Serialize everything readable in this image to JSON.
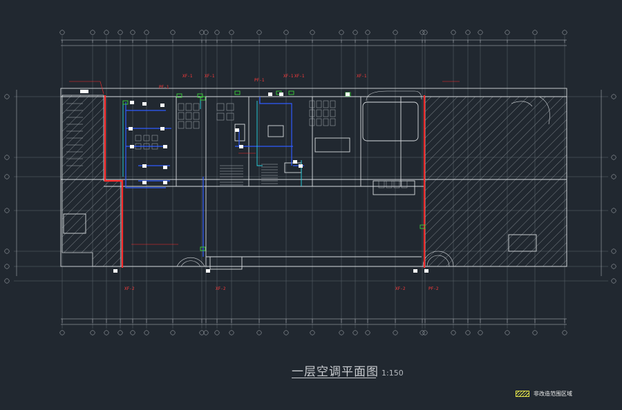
{
  "drawing": {
    "title": "一层空调平面图",
    "scale": "1:150",
    "legend_label": "非改造范围区域"
  },
  "tags": {
    "xf1": "XF-1",
    "pf1": "PF-1",
    "xf2": "XF-2",
    "pf2": "PF-2"
  },
  "colors": {
    "background": "#212830",
    "wall": "#d8dcdf",
    "grid": "#8a9098",
    "duct_red": "#ff2a2a",
    "duct_blue": "#2f5bff",
    "pipe_cyan": "#29d9e6",
    "unit_green": "#3bd13b",
    "hatch": "#9ea4aa",
    "legend_yellow": "#e8e84a"
  }
}
